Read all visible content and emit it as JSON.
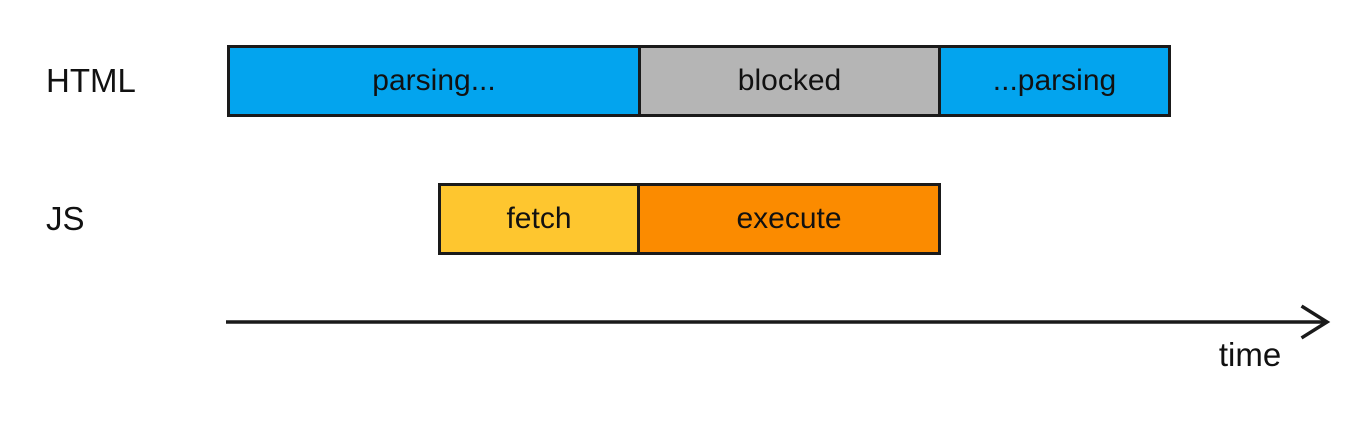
{
  "diagram": {
    "rows": [
      {
        "label": "HTML",
        "segments": [
          {
            "label": "parsing...",
            "state": "parsing-start",
            "color": "#03a4ee"
          },
          {
            "label": "blocked",
            "state": "blocked",
            "color": "#b5b5b5"
          },
          {
            "label": "...parsing",
            "state": "parsing-end",
            "color": "#03a4ee"
          }
        ]
      },
      {
        "label": "JS",
        "segments": [
          {
            "label": "fetch",
            "state": "fetch",
            "color": "#fec62f"
          },
          {
            "label": "execute",
            "state": "execute",
            "color": "#fb8b00"
          }
        ]
      }
    ],
    "axis": {
      "label": "time"
    },
    "colors": {
      "parsing": "#03a4ee",
      "blocked": "#b5b5b5",
      "fetch": "#fec62f",
      "execute": "#fb8b00",
      "border": "#1a1a1a",
      "text": "#111111",
      "background": "#ffffff"
    }
  }
}
